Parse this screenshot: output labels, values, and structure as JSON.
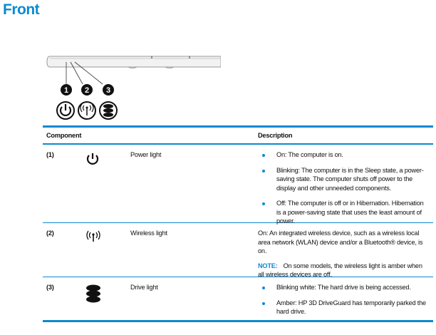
{
  "title": "Front",
  "figure": {
    "callouts": [
      "1",
      "2",
      "3"
    ]
  },
  "table": {
    "headers": [
      "Component",
      "Description"
    ],
    "rows": [
      {
        "num": "(1)",
        "icon": "power-icon",
        "name": "Power light",
        "bullets": [
          "On: The computer is on.",
          "Blinking: The computer is in the Sleep state, a power-saving state. The computer shuts off power to the display and other unneeded components.",
          "Off: The computer is off or in Hibernation. Hibernation is a power-saving state that uses the least amount of power."
        ]
      },
      {
        "num": "(2)",
        "icon": "wireless-icon",
        "name": "Wireless light",
        "text": "On: An integrated wireless device, such as a wireless local area network (WLAN) device and/or a Bluetooth® device, is on.",
        "note_label": "NOTE:",
        "note": "On some models, the wireless light is amber when all wireless devices are off."
      },
      {
        "num": "(3)",
        "icon": "drive-icon",
        "name": "Drive light",
        "bullets": [
          "Blinking white: The hard drive is being accessed.",
          "Amber: HP 3D DriveGuard has temporarily parked the hard drive."
        ]
      }
    ]
  },
  "colors": {
    "accent": "#0a8ad0"
  }
}
